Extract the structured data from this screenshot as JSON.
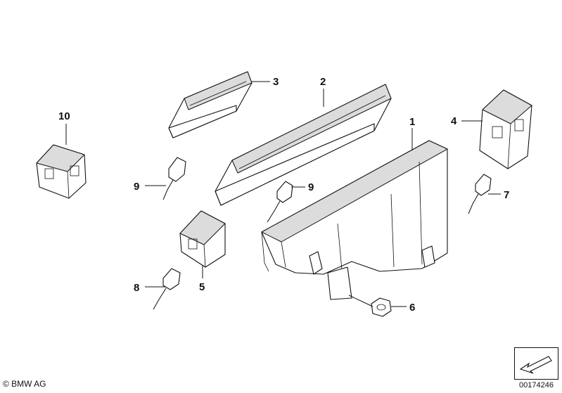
{
  "diagram": {
    "callouts": [
      {
        "id": "1",
        "label": "1"
      },
      {
        "id": "2",
        "label": "2"
      },
      {
        "id": "3",
        "label": "3"
      },
      {
        "id": "4",
        "label": "4"
      },
      {
        "id": "5",
        "label": "5"
      },
      {
        "id": "6",
        "label": "6"
      },
      {
        "id": "7",
        "label": "7"
      },
      {
        "id": "8",
        "label": "8"
      },
      {
        "id": "9a",
        "label": "9"
      },
      {
        "id": "9b",
        "label": "9"
      },
      {
        "id": "10",
        "label": "10"
      }
    ]
  },
  "footer": {
    "copyright": "© BMW AG",
    "doc_number": "00174246"
  }
}
